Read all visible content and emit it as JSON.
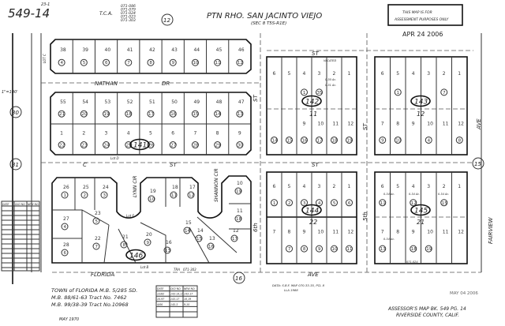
{
  "header": {
    "map_number": "549-14",
    "map_superscript": "23-1",
    "tca_label": "T.C.A.",
    "tca_codes": [
      "071-086",
      "071-079",
      "071-024",
      "071-023",
      "071-303"
    ],
    "circled_top": "12",
    "title": "PTN RHO. SAN JACINTO VIEJO",
    "subtitle": "(SEC 8 T5S-R1E)",
    "notice_line1": "THIS MAP IS FOR",
    "notice_line2": "ASSESSMENT PURPOSES ONLY",
    "stamp_date": "APR 24 2006"
  },
  "scale": "1\"=100'",
  "adjacent_maps": {
    "left_upper": "30",
    "left_lower": "31",
    "bottom": "16",
    "right": "15"
  },
  "streets": {
    "nathan": "NATHAN",
    "nathan_suffix": "DR",
    "c_st": "C",
    "c_st_suffix": "ST",
    "st_6th": "6th",
    "st_6th_suffix": "ST",
    "st_5th": "5th",
    "st_5th_suffix": "ST",
    "top_st": "ST",
    "fairview": "FAIRVIEW",
    "fairview_suffix": "AVE",
    "florida": "FLORIDA",
    "florida_suffix": "AVE",
    "lynn": "LYNN CIR",
    "shannon": "SHANNON CIR"
  },
  "books": [
    "141",
    "142",
    "143",
    "144",
    "145",
    "146"
  ],
  "block_numbers": {
    "b142": "11",
    "b143": "12",
    "b144": "22",
    "b145": "21"
  },
  "lot_letters": {
    "lot_c": "LOT C",
    "lot_d": "Lot D",
    "lot_e": "Lot E",
    "lot_b": "Lot B"
  },
  "tra_notes": {
    "tra": "TRA",
    "code1": "071-303",
    "code2": "071-024",
    "vacated": "VACATED"
  },
  "acreage": [
    "0.30 Ac.",
    "0.31 Ac.",
    "0.34 Ac.",
    "0.34 Ac.",
    "0.34 Ac.",
    "0.34 Ac."
  ],
  "rows": {
    "r141_top": [
      [
        "38",
        "4"
      ],
      [
        "39",
        "5"
      ],
      [
        "40",
        "6"
      ],
      [
        "41",
        "7"
      ],
      [
        "42",
        "8"
      ],
      [
        "43",
        "9"
      ],
      [
        "44",
        "10"
      ],
      [
        "45",
        "11"
      ],
      [
        "46",
        "12"
      ]
    ],
    "r141_mid": [
      [
        "55",
        "21"
      ],
      [
        "54",
        "20"
      ],
      [
        "53",
        "19"
      ],
      [
        "52",
        "18"
      ],
      [
        "51",
        "17"
      ],
      [
        "50",
        "16"
      ],
      [
        "49",
        "15"
      ],
      [
        "48",
        "14"
      ],
      [
        "47",
        "13"
      ]
    ],
    "r141_bot": [
      [
        "1",
        "22"
      ],
      [
        "2",
        "23"
      ],
      [
        "3",
        "24"
      ],
      [
        "4",
        "25"
      ],
      [
        "5",
        "26"
      ],
      [
        "6",
        "27"
      ],
      [
        "7",
        "28"
      ],
      [
        "8",
        "29"
      ],
      [
        "9",
        "30"
      ]
    ],
    "r142_a": [
      [
        "6",
        ""
      ],
      [
        "5",
        ""
      ],
      [
        "4",
        "1"
      ],
      [
        "3",
        "35"
      ],
      [
        "2",
        ""
      ],
      [
        "1",
        ""
      ]
    ],
    "r142_b": [
      [
        "",
        "14"
      ],
      [
        "",
        "15"
      ],
      [
        "9",
        "16"
      ],
      [
        "10",
        "17"
      ],
      [
        "11",
        "18"
      ],
      [
        "12",
        "19"
      ]
    ],
    "r143_a": [
      [
        "6",
        ""
      ],
      [
        "5",
        "1"
      ],
      [
        "4",
        ""
      ],
      [
        "3",
        ""
      ],
      [
        "2",
        "7"
      ],
      [
        "1",
        ""
      ]
    ],
    "r143_b": [
      [
        "7",
        "9"
      ],
      [
        "8",
        "10"
      ],
      [
        "9",
        ""
      ],
      [
        "10",
        "4"
      ],
      [
        "11",
        ""
      ],
      [
        "12",
        "8"
      ]
    ],
    "r144_a": [
      [
        "6",
        "1"
      ],
      [
        "5",
        "2"
      ],
      [
        "4",
        "3"
      ],
      [
        "3",
        "4"
      ],
      [
        "2",
        "5"
      ],
      [
        "1",
        "6"
      ]
    ],
    "r144_b": [
      [
        "7",
        ""
      ],
      [
        "8",
        "7"
      ],
      [
        "9",
        "8"
      ],
      [
        "10",
        "9"
      ],
      [
        "11",
        "10"
      ],
      [
        "12",
        "11"
      ]
    ],
    "r145_a": [
      [
        "6",
        "11"
      ],
      [
        "5",
        ""
      ],
      [
        "4",
        "12"
      ],
      [
        "3",
        ""
      ],
      [
        "2",
        "15"
      ],
      [
        "1",
        ""
      ]
    ],
    "r145_b": [
      [
        "7",
        "13"
      ],
      [
        "8",
        ""
      ],
      [
        "9",
        "18"
      ],
      [
        "10",
        "19"
      ],
      [
        "11",
        ""
      ],
      [
        "12",
        ""
      ]
    ],
    "r146": [
      [
        "26",
        "1"
      ],
      [
        "25",
        "2"
      ],
      [
        "24",
        "3"
      ],
      [
        "27",
        "4"
      ],
      [
        "23",
        "5"
      ],
      [
        "28",
        "6"
      ],
      [
        "22",
        "7"
      ],
      [
        "21",
        "8"
      ],
      [
        "20",
        "9"
      ],
      [
        "19",
        "10"
      ],
      [
        "18",
        "11"
      ],
      [
        "17",
        "12"
      ],
      [
        "16",
        "13"
      ],
      [
        "15",
        "14"
      ],
      [
        "14",
        "15"
      ],
      [
        "13",
        "16"
      ],
      [
        "12",
        "17"
      ],
      [
        "11",
        "18"
      ],
      [
        "10",
        "19"
      ]
    ]
  },
  "notes": {
    "town_line1": "TOWN of FLORIDA   M.B. 5/285 SD.",
    "town_line2": "M.B. 88/61-63    Tract No. 7462",
    "town_line3": "M.B. 99/38-39    Tract No.10968",
    "date_original": "MAY 1970",
    "data_note": "DATA: S.B.F. MAP 070-33-35, PCL 8",
    "lla_note": "LLA 1988",
    "stamp2": "MAY 04 2006",
    "footer_line1": "ASSESSOR'S MAP BK. 549 PG. 14",
    "footer_line2": "RIVERSIDE COUNTY, CALIF."
  },
  "tables": {
    "left_header": [
      "DATE",
      "OLD NO.",
      "NEW NO."
    ],
    "small_header": [
      "DATE",
      "OLD NO.",
      "NEW NO."
    ],
    "small_rows": [
      [
        "12/82",
        "143-14,15",
        "143-17"
      ],
      [
        "10-97",
        "143-17",
        "18,19"
      ],
      [
        "4/06",
        "145-3",
        "9-10"
      ]
    ]
  }
}
